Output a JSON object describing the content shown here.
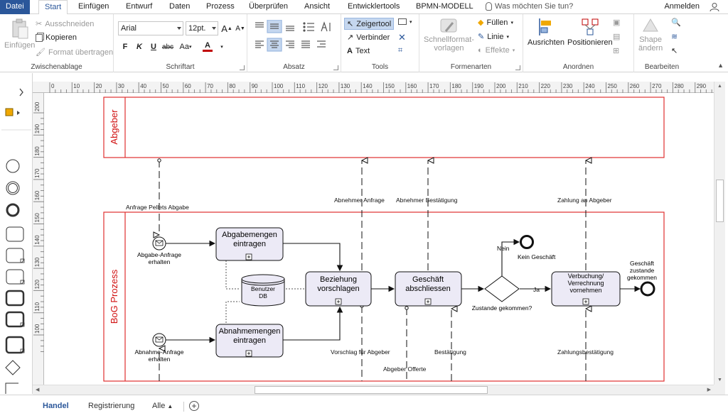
{
  "ribbon_tabs": {
    "file": "Datei",
    "items": [
      "Start",
      "Einfügen",
      "Entwurf",
      "Daten",
      "Prozess",
      "Überprüfen",
      "Ansicht",
      "Entwicklertools",
      "BPMN-MODELL"
    ],
    "active": "Start",
    "tell_me": "Was möchten Sie tun?",
    "sign_in": "Anmelden"
  },
  "clipboard": {
    "paste": "Einfügen",
    "cut": "Ausschneiden",
    "copy": "Kopieren",
    "format_painter": "Format übertragen",
    "label": "Zwischenablage"
  },
  "font": {
    "family": "Arial",
    "size": "12pt.",
    "grow": "A",
    "shrink": "A",
    "bold": "F",
    "italic": "K",
    "underline": "U",
    "strike": "abc",
    "case": "Aa",
    "color": "A",
    "label": "Schriftart"
  },
  "paragraph": {
    "label": "Absatz"
  },
  "tools": {
    "pointer": "Zeigertool",
    "connector": "Verbinder",
    "text": "Text",
    "label": "Tools"
  },
  "shape_styles": {
    "quick": "Schnellformat-",
    "quick2": "vorlagen",
    "fill": "Füllen",
    "line": "Linie",
    "effects": "Effekte",
    "label": "Formenarten"
  },
  "arrange": {
    "align": "Ausrichten",
    "position": "Positionieren",
    "label": "Anordnen"
  },
  "editing": {
    "shape": "Shape",
    "change": "ändern",
    "label": "Bearbeiten"
  },
  "hruler_ticks": [
    "0",
    "10",
    "20",
    "30",
    "40",
    "50",
    "60",
    "70",
    "80",
    "90",
    "100",
    "110",
    "120",
    "130",
    "140",
    "150",
    "160",
    "170",
    "180",
    "190",
    "200",
    "210",
    "220",
    "230",
    "240",
    "250",
    "260",
    "270",
    "280",
    "290"
  ],
  "vruler_ticks": [
    "200",
    "190",
    "180",
    "170",
    "160",
    "150",
    "140",
    "130",
    "120",
    "110",
    "100"
  ],
  "diagram": {
    "lanes": {
      "abgeber": "Abgeber",
      "bog": "BoG Prozess"
    },
    "messages": {
      "anfrage_pellets": "Anfrage Pellets Abgabe",
      "abnehmer_anfrage": "Abnehmer Anfrage",
      "abnehmer_bestaetigung": "Abnehmer Bestätigung",
      "zahlung_abgeber": "Zahlung an Abgeber",
      "vorschlag_abgeber": "Vorschlag für Abgeber",
      "bestaetigung": "Bestätigung",
      "abgeber_offerte": "Abgeber Offerte",
      "zahlungsbestaetigung": "Zahlungsbestätigung"
    },
    "events": {
      "abgabe_anfrage_1": "Abgabe-Anfrage",
      "abgabe_anfrage_2": "erhalten",
      "abnahme_anfrage_1": "Abnahme-Anfrage",
      "abnahme_anfrage_2": "erhalten",
      "kein_geschaeft": "Kein Geschäft",
      "geschaeft_1": "Geschäft",
      "geschaeft_2": "zustande",
      "geschaeft_3": "gekommen"
    },
    "tasks": {
      "abgabemengen_1": "Abgabemengen",
      "abgabemengen_2": "eintragen",
      "abnahmemengen_1": "Abnahmemengen",
      "abnahmemengen_2": "eintragen",
      "beziehung_1": "Beziehung",
      "beziehung_2": "vorschlagen",
      "geschaeft_1": "Geschäft",
      "geschaeft_2": "abschliessen",
      "verbuchung_1": "Verbuchung/",
      "verbuchung_2": "Verrechnung",
      "verbuchung_3": "vornehmen"
    },
    "datastore_1": "Benutzer",
    "datastore_2": "DB",
    "gateway": "Zustande gekommen?",
    "flow_nein": "Nein",
    "flow_ja": "Ja"
  },
  "pages": {
    "items": [
      "Handel",
      "Registrierung"
    ],
    "active": "Handel",
    "all": "Alle"
  }
}
